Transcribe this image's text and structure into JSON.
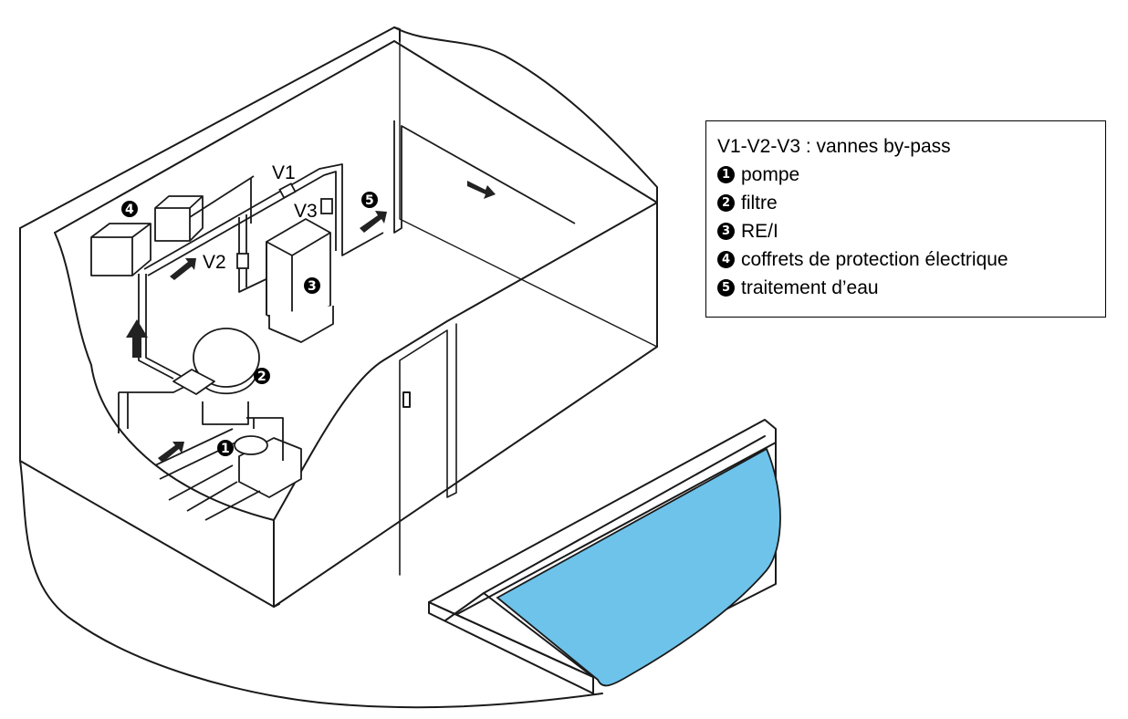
{
  "legend": {
    "title": "V1-V2-V3 : vannes by-pass",
    "items": [
      {
        "num": "1",
        "label": "pompe"
      },
      {
        "num": "2",
        "label": "filtre"
      },
      {
        "num": "3",
        "label": "RE/I"
      },
      {
        "num": "4",
        "label": "coffrets de protection électrique"
      },
      {
        "num": "5",
        "label": "traitement d’eau"
      }
    ]
  },
  "valves": [
    "V1",
    "V2",
    "V3"
  ],
  "colors": {
    "water": "#6ec3ea",
    "line": "#1a1a1a",
    "arrow": "#222222"
  }
}
